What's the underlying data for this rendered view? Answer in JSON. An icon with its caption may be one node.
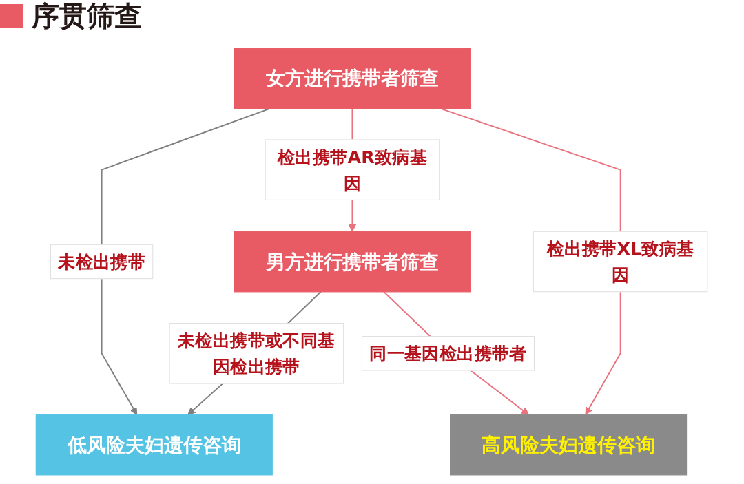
{
  "diagram": {
    "title": "序贯筛查",
    "nodes": [
      {
        "text": [
          "女方进行携带者筛查"
        ]
      },
      {
        "text": [
          "男方进行携带者筛查"
        ]
      },
      {
        "text": [
          "低风险夫妇遗传咨询"
        ]
      },
      {
        "text": [
          "高风险夫妇遗传咨询"
        ]
      }
    ],
    "edges": [
      {
        "from": 0,
        "to": 2,
        "arrow": "to",
        "label": "未检出携带",
        "color": "#7f7f7f"
      },
      {
        "from": 0,
        "to": 1,
        "arrow": "to",
        "label": "检出携带AR致病基因"
      },
      {
        "from": 1,
        "to": 2,
        "arrow": "to",
        "label": "未检出携带或不同基因检出携带",
        "color": "#7f7f7f"
      },
      {
        "from": 1,
        "to": 3,
        "arrow": "to",
        "label": "同一基因检出携带者"
      },
      {
        "from": 0,
        "to": 3,
        "arrow": "to",
        "label": "检出携带XL致病基因"
      }
    ]
  }
}
